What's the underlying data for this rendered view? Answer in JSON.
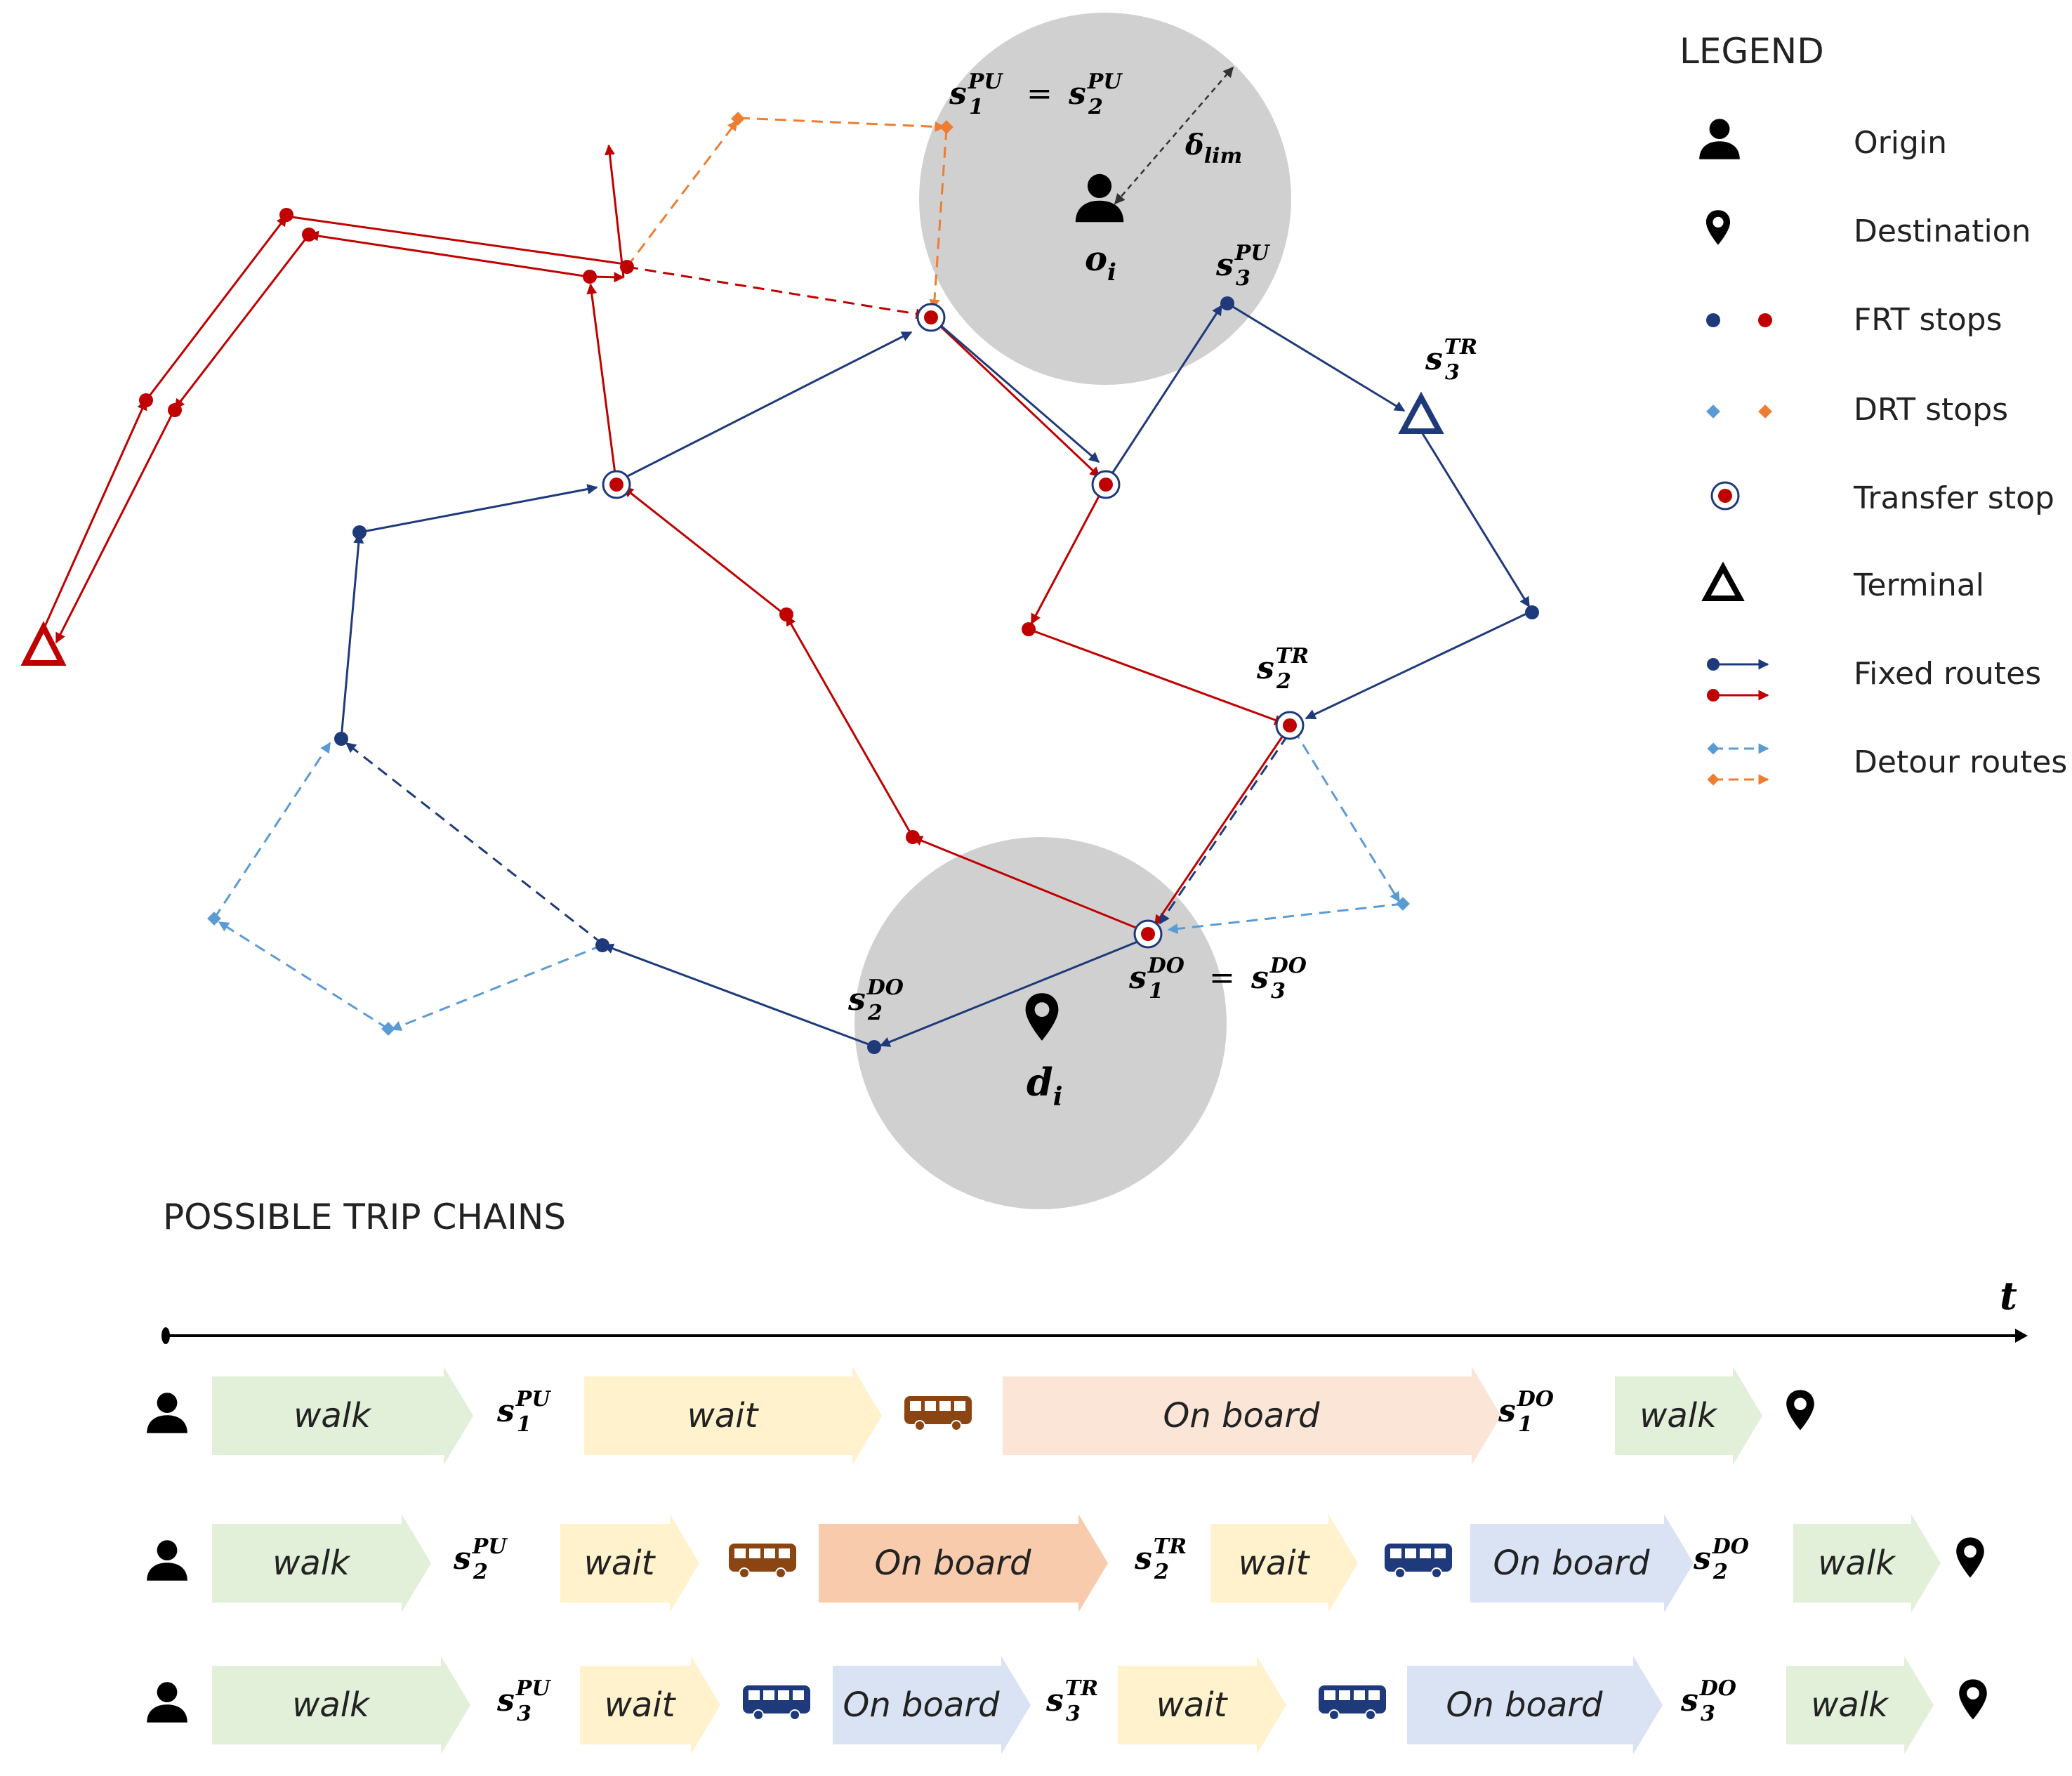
{
  "legend": {
    "title": "LEGEND",
    "items": [
      {
        "icon": "person-icon",
        "label": "Origin"
      },
      {
        "icon": "map-pin-icon",
        "label": "Destination"
      },
      {
        "icon": "frt-stop-dots",
        "label": "FRT stops"
      },
      {
        "icon": "drt-stop-diamonds",
        "label": "DRT stops"
      },
      {
        "icon": "transfer-stop-icon",
        "label": "Transfer stop"
      },
      {
        "icon": "terminal-triangle-icon",
        "label": "Terminal"
      },
      {
        "icon": "fixed-route-arrows",
        "label": "Fixed routes"
      },
      {
        "icon": "detour-route-arrows",
        "label": "Detour routes"
      }
    ]
  },
  "map": {
    "origin_label": {
      "base": "o",
      "sub": "i"
    },
    "destination_label": {
      "base": "d",
      "sub": "i"
    },
    "delta_label": {
      "base": "δ",
      "sub": "lim"
    },
    "stop_labels": {
      "s1pu_eq_s2pu": {
        "base1": "s",
        "sup1": "PU",
        "sub1": "1",
        "eq": "=",
        "base2": "s",
        "sup2": "PU",
        "sub2": "2"
      },
      "s3pu": {
        "base": "s",
        "sup": "PU",
        "sub": "3"
      },
      "s3tr": {
        "base": "s",
        "sup": "TR",
        "sub": "3"
      },
      "s2tr": {
        "base": "s",
        "sup": "TR",
        "sub": "2"
      },
      "s1do_eq_s3do": {
        "base1": "s",
        "sup1": "DO",
        "sub1": "1",
        "eq": "=",
        "base2": "s",
        "sup2": "DO",
        "sub2": "3"
      },
      "s2do": {
        "base": "s",
        "sup": "DO",
        "sub": "2"
      }
    }
  },
  "trip_chains": {
    "title": "POSSIBLE TRIP CHAINS",
    "time_axis_label": "t",
    "chains": [
      {
        "items": [
          {
            "kind": "icon",
            "icon": "person-icon"
          },
          {
            "kind": "chip",
            "label": "walk",
            "color": "#e2efd9"
          },
          {
            "kind": "stop",
            "base": "s",
            "sup": "PU",
            "sub": "1"
          },
          {
            "kind": "chip",
            "label": "wait",
            "color": "#fff2cc"
          },
          {
            "kind": "icon",
            "icon": "bus-icon",
            "color": "#8b4513"
          },
          {
            "kind": "chip",
            "label": "On board",
            "color": "#fbe5d6"
          },
          {
            "kind": "stop",
            "base": "s",
            "sup": "DO",
            "sub": "1"
          },
          {
            "kind": "chip",
            "label": "walk",
            "color": "#e2efd9"
          },
          {
            "kind": "icon",
            "icon": "map-pin-icon"
          }
        ]
      },
      {
        "items": [
          {
            "kind": "icon",
            "icon": "person-icon"
          },
          {
            "kind": "chip",
            "label": "walk",
            "color": "#e2efd9"
          },
          {
            "kind": "stop",
            "base": "s",
            "sup": "PU",
            "sub": "2"
          },
          {
            "kind": "chip",
            "label": "wait",
            "color": "#fff2cc"
          },
          {
            "kind": "icon",
            "icon": "bus-icon",
            "color": "#8b4513"
          },
          {
            "kind": "chip",
            "label": "On board",
            "color": "#f8cbad"
          },
          {
            "kind": "stop",
            "base": "s",
            "sup": "TR",
            "sub": "2"
          },
          {
            "kind": "chip",
            "label": "wait",
            "color": "#fff2cc"
          },
          {
            "kind": "icon",
            "icon": "bus-icon",
            "color": "#1f3a7a"
          },
          {
            "kind": "chip",
            "label": "On board",
            "color": "#dae3f3"
          },
          {
            "kind": "stop",
            "base": "s",
            "sup": "DO",
            "sub": "2"
          },
          {
            "kind": "chip",
            "label": "walk",
            "color": "#e2efd9"
          },
          {
            "kind": "icon",
            "icon": "map-pin-icon"
          }
        ]
      },
      {
        "items": [
          {
            "kind": "icon",
            "icon": "person-icon"
          },
          {
            "kind": "chip",
            "label": "walk",
            "color": "#e2efd9"
          },
          {
            "kind": "stop",
            "base": "s",
            "sup": "PU",
            "sub": "3"
          },
          {
            "kind": "chip",
            "label": "wait",
            "color": "#fff2cc"
          },
          {
            "kind": "icon",
            "icon": "bus-icon",
            "color": "#1f3a7a"
          },
          {
            "kind": "chip",
            "label": "On board",
            "color": "#dae3f3"
          },
          {
            "kind": "stop",
            "base": "s",
            "sup": "TR",
            "sub": "3"
          },
          {
            "kind": "chip",
            "label": "wait",
            "color": "#fff2cc"
          },
          {
            "kind": "icon",
            "icon": "bus-icon",
            "color": "#1f3a7a"
          },
          {
            "kind": "chip",
            "label": "On board",
            "color": "#dae3f3"
          },
          {
            "kind": "stop",
            "base": "s",
            "sup": "DO",
            "sub": "3"
          },
          {
            "kind": "chip",
            "label": "walk",
            "color": "#e2efd9"
          },
          {
            "kind": "icon",
            "icon": "map-pin-icon"
          }
        ]
      }
    ]
  },
  "colors": {
    "fixed_blue": "#1f3a7a",
    "fixed_red": "#c00000",
    "detour_blue": "#5b9bd5",
    "detour_orange": "#ed7d31",
    "catchment_circle": "#d0d0d0"
  }
}
